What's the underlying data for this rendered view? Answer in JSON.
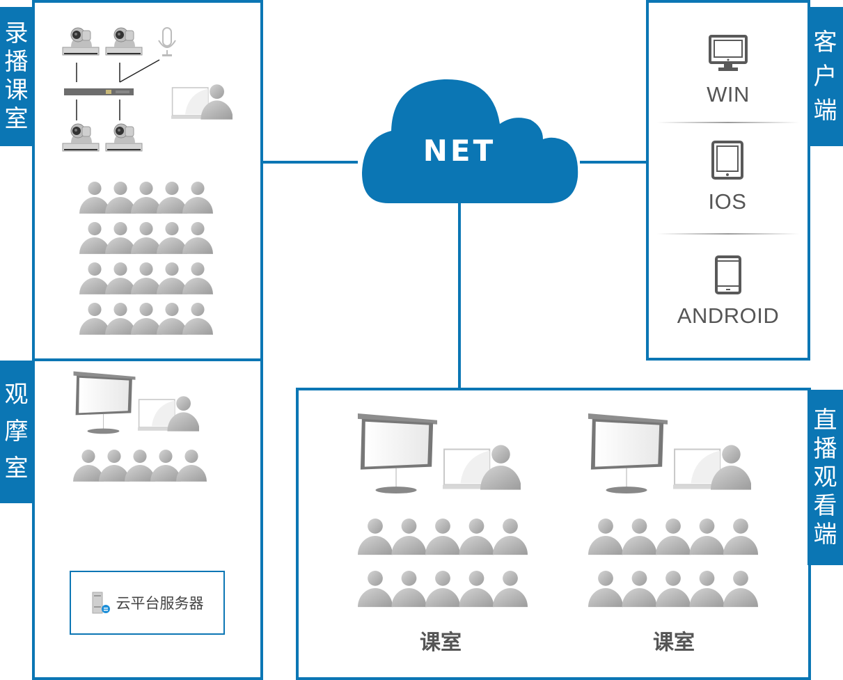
{
  "colors": {
    "accent": "#0b76b4",
    "person_gray": "#b8b8b8",
    "icon_gray": "#595959"
  },
  "cloud": {
    "label": "NET",
    "icon": "cloud-icon"
  },
  "recording_room": {
    "title_chars": [
      "录",
      "播",
      "课",
      "室"
    ],
    "title": "录播课室",
    "devices": [
      "ptz-camera-icon",
      "ptz-camera-icon",
      "microphone-icon",
      "recording-host-icon",
      "ptz-camera-icon",
      "ptz-camera-icon",
      "teacher-laptop-icon"
    ],
    "audience_rows": 4,
    "audience_cols": 5
  },
  "observation_room": {
    "title_chars": [
      "观",
      "摩",
      "室"
    ],
    "title": "观摩室",
    "audience_rows": 1,
    "audience_cols": 5,
    "server": {
      "label": "云平台服务器",
      "icon": "server-icon"
    }
  },
  "clients": {
    "title_chars": [
      "客",
      "户",
      "端"
    ],
    "title": "客户端",
    "items": [
      {
        "label": "WIN",
        "icon": "monitor-icon"
      },
      {
        "label": "IOS",
        "icon": "tablet-icon"
      },
      {
        "label": "ANDROID",
        "icon": "phone-icon"
      }
    ]
  },
  "live_viewing": {
    "title_chars": [
      "直",
      "播",
      "观",
      "看",
      "端"
    ],
    "title": "直播观看端",
    "classrooms": [
      {
        "label": "课室",
        "audience_rows": 2,
        "audience_cols": 5
      },
      {
        "label": "课室",
        "audience_rows": 2,
        "audience_cols": 5
      }
    ]
  }
}
